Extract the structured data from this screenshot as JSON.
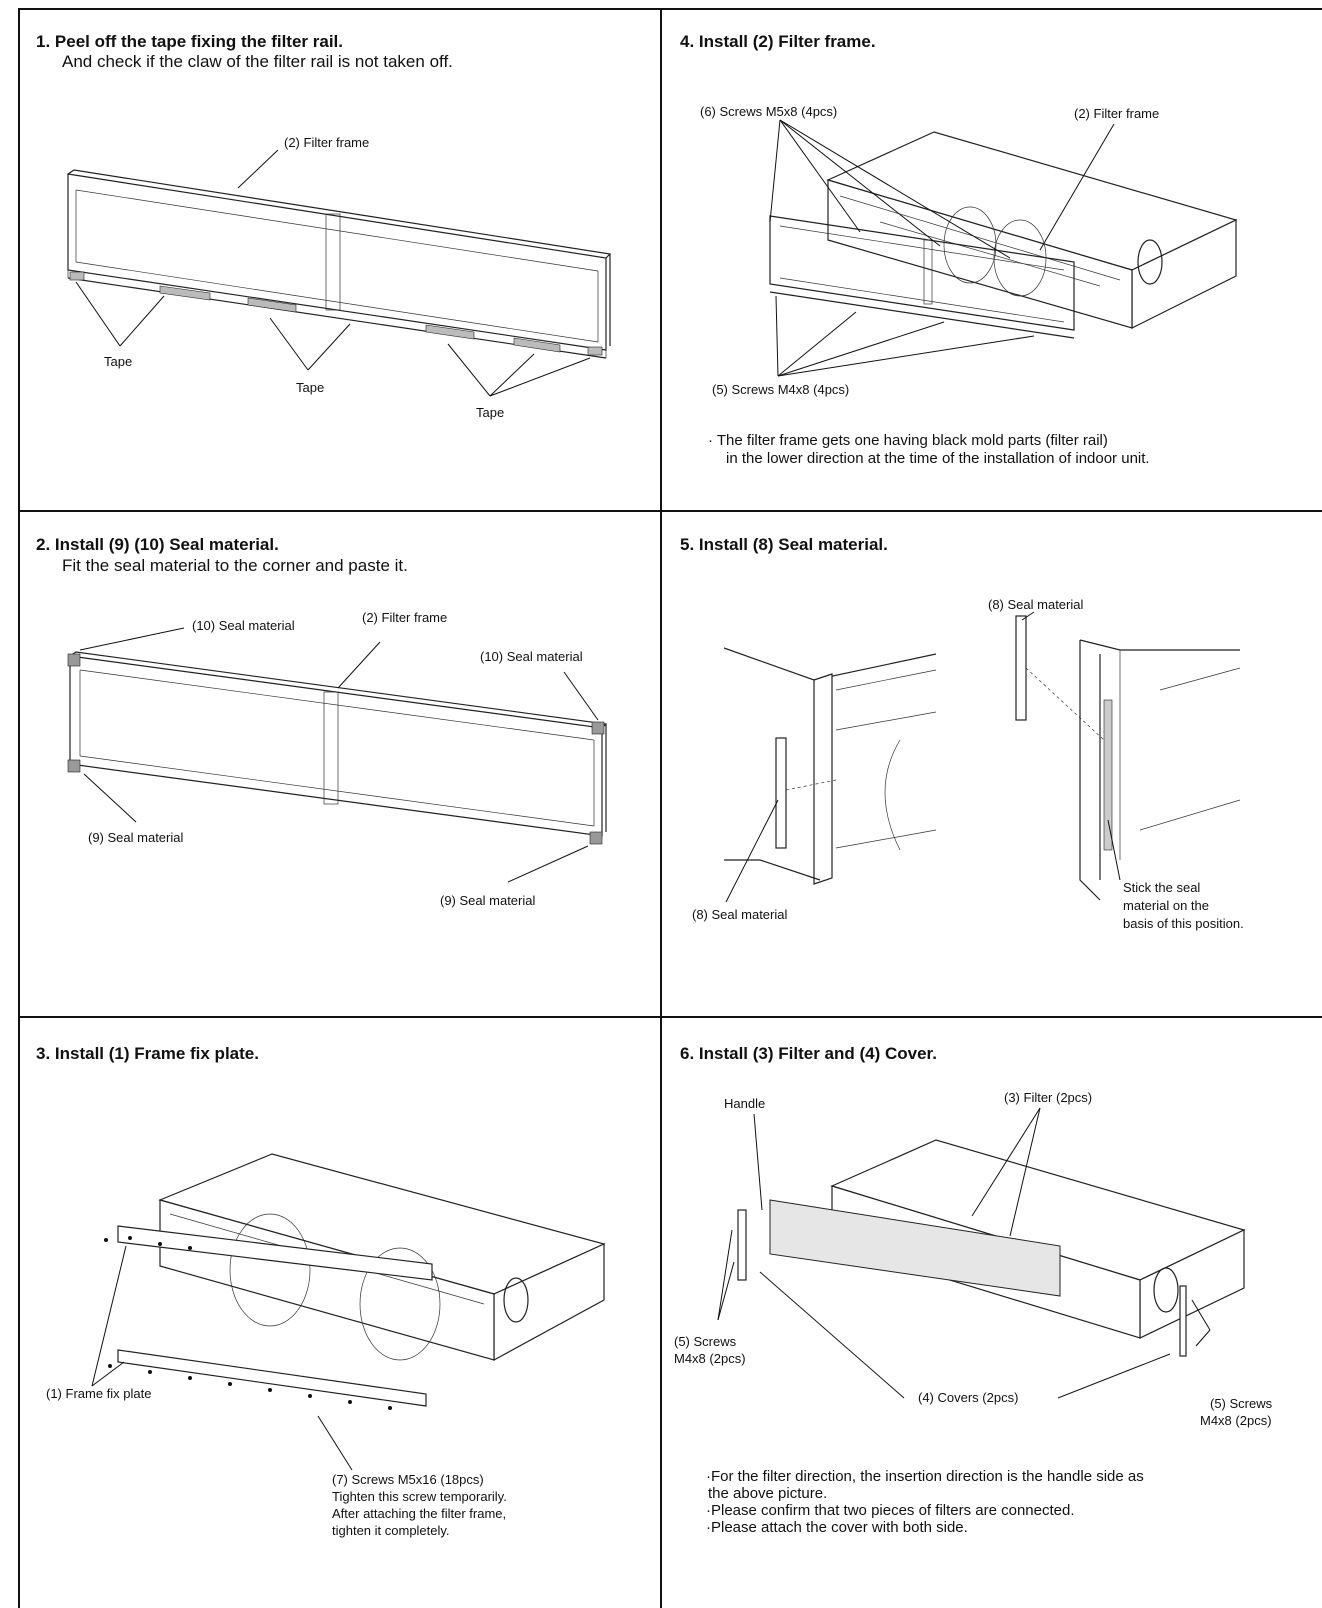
{
  "panel1": {
    "title": "1. Peel off the tape fixing the filter rail.",
    "subtitle": "And check if the claw of the filter rail is not taken off.",
    "labels": {
      "filter_frame": "(2) Filter frame",
      "tape_a": "Tape",
      "tape_b": "Tape",
      "tape_c": "Tape"
    }
  },
  "panel2": {
    "title": "2. Install (9) (10) Seal material.",
    "subtitle": "Fit the seal material to the corner and paste it.",
    "labels": {
      "seal10_left": "(10) Seal material",
      "filter_frame": "(2) Filter frame",
      "seal10_right": "(10) Seal material",
      "seal9_left": "(9) Seal material",
      "seal9_right": "(9) Seal material"
    }
  },
  "panel3": {
    "title": "3.  Install (1) Frame fix plate.",
    "labels": {
      "frame_fix_plate": "(1) Frame fix plate",
      "screws_line1": "(7) Screws M5x16 (18pcs)",
      "screws_line2": "Tighten this screw temporarily.",
      "screws_line3": "After attaching the filter frame,",
      "screws_line4": "tighten it completely."
    }
  },
  "panel4": {
    "title": "4. Install (2) Filter frame.",
    "labels": {
      "screws_m5": "(6) Screws M5x8 (4pcs)",
      "filter_frame": "(2) Filter frame",
      "screws_m4": "(5) Screws M4x8 (4pcs)"
    },
    "note_line1": "· The filter frame gets one having black mold parts (filter rail)",
    "note_line2": "in the lower direction at the time of the installation of indoor unit."
  },
  "panel5": {
    "title": "5. Install (8) Seal material.",
    "labels": {
      "seal_top": "(8) Seal material",
      "seal_bottom": "(8) Seal material",
      "stick_line1": "Stick the seal",
      "stick_line2": "material on the",
      "stick_line3": "basis of this position."
    }
  },
  "panel6": {
    "title": "6. Install (3) Filter and (4) Cover.",
    "labels": {
      "handle": "Handle",
      "filter": "(3) Filter (2pcs)",
      "screws_left_1": "(5) Screws",
      "screws_left_2": "M4x8 (2pcs)",
      "covers": "(4) Covers (2pcs)",
      "screws_right_1": "(5) Screws",
      "screws_right_2": "M4x8 (2pcs)"
    },
    "note_line1": "·For the filter direction, the insertion direction is the handle side as",
    "note_line2": "the above picture.",
    "note_line3": "·Please confirm that two pieces of filters are connected.",
    "note_line4": "·Please attach the cover with both side."
  }
}
